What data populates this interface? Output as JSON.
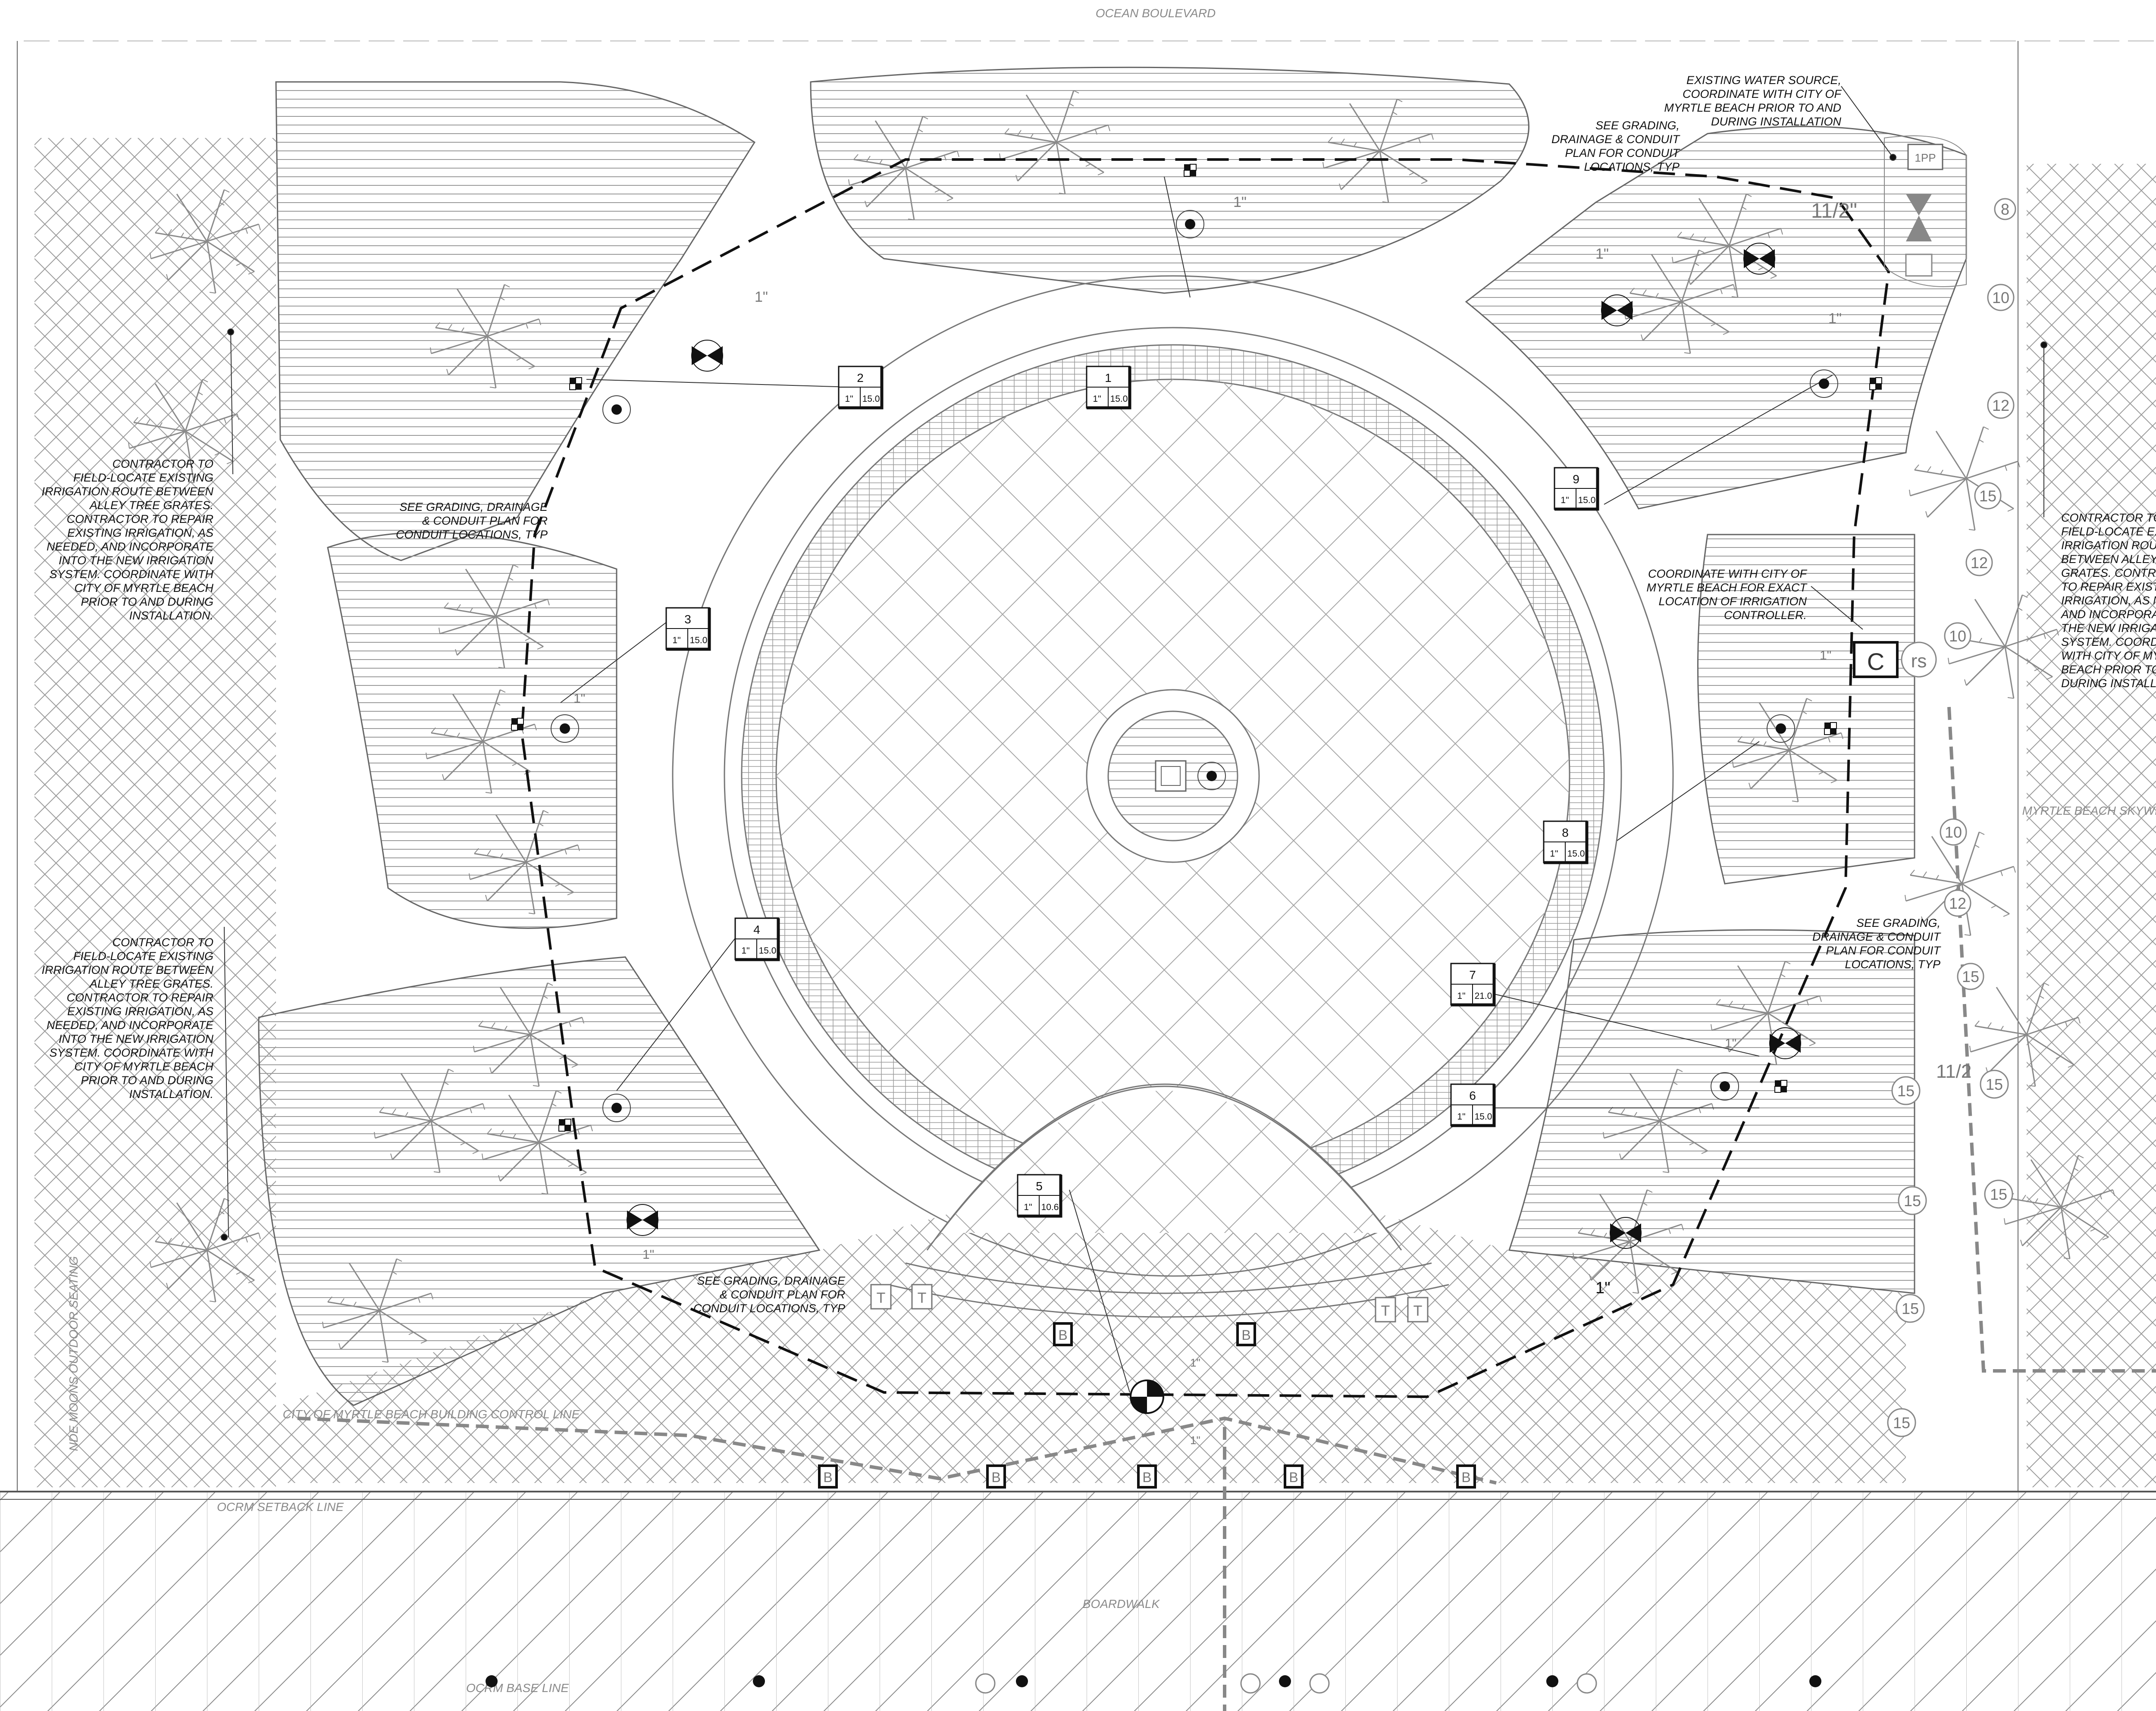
{
  "streets": {
    "ocean_boulevard": "OCEAN BOULEVARD",
    "boardwalk": "BOARDWALK",
    "building_control_line": "CITY OF MYRTLE BEACH BUILDING CONTROL LINE",
    "ocrm_setback_line": "OCRM SETBACK LINE",
    "ocrm_base_line": "OCRM BASE LINE",
    "skywheel": "MYRTLE BEACH SKYWHEEL",
    "outdoor_seating": "NDE MOONS OUTDOOR SEATING"
  },
  "notes": {
    "water_source": [
      "EXISTING WATER SOURCE,",
      "COORDINATE WITH CITY OF",
      "MYRTLE BEACH PRIOR TO AND",
      "DURING INSTALLATION"
    ],
    "grading_top_right": [
      "SEE GRADING,",
      "DRAINAGE & CONDUIT",
      "PLAN FOR CONDUIT",
      "LOCATIONS, TYP"
    ],
    "grading_left": [
      "SEE GRADING, DRAINAGE",
      "& CONDUIT PLAN FOR",
      "CONDUIT LOCATIONS, TYP"
    ],
    "grading_bottom": [
      "SEE GRADING, DRAINAGE",
      "& CONDUIT PLAN FOR",
      "CONDUIT LOCATIONS, TYP"
    ],
    "grading_right": [
      "SEE GRADING,",
      "DRAINAGE & CONDUIT",
      "PLAN FOR CONDUIT",
      "LOCATIONS, TYP"
    ],
    "controller": [
      "COORDINATE WITH CITY OF",
      "MYRTLE BEACH FOR EXACT",
      "LOCATION OF IRRIGATION",
      "CONTROLLER."
    ],
    "contractor_left_top": [
      "CONTRACTOR TO",
      "FIELD-LOCATE EXISTING",
      "IRRIGATION ROUTE BETWEEN",
      "ALLEY TREE GRATES.",
      "CONTRACTOR TO REPAIR",
      "EXISTING IRRIGATION, AS",
      "NEEDED, AND INCORPORATE",
      "INTO THE NEW IRRIGATION",
      "SYSTEM. COORDINATE WITH",
      "CITY OF MYRTLE BEACH",
      "PRIOR TO AND DURING",
      "INSTALLATION."
    ],
    "contractor_left_bottom": [
      "CONTRACTOR TO",
      "FIELD-LOCATE EXISTING",
      "IRRIGATION ROUTE BETWEEN",
      "ALLEY TREE GRATES.",
      "CONTRACTOR TO REPAIR",
      "EXISTING IRRIGATION, AS",
      "NEEDED, AND INCORPORATE",
      "INTO THE NEW IRRIGATION",
      "SYSTEM. COORDINATE WITH",
      "CITY OF MYRTLE BEACH",
      "PRIOR TO AND DURING",
      "INSTALLATION."
    ],
    "contractor_right": [
      "CONTRACTOR TO",
      "FIELD-LOCATE EXISTING",
      "IRRIGATION ROUTE",
      "BETWEEN ALLEY TREE",
      "GRATES. CONTRACTOR",
      "TO REPAIR EXISTING",
      "IRRIGATION, AS NEEDED,",
      "AND INCORPORATE INTO",
      "THE NEW IRRIGATION",
      "SYSTEM. COORDINATE",
      "WITH CITY OF MYRTLE",
      "BEACH PRIOR TO AND",
      "DURING INSTALLATION."
    ]
  },
  "callouts": [
    {
      "zone": "1",
      "size": "1\"",
      "flow": "15.0"
    },
    {
      "zone": "2",
      "size": "1\"",
      "flow": "15.0"
    },
    {
      "zone": "3",
      "size": "1\"",
      "flow": "15.0"
    },
    {
      "zone": "4",
      "size": "1\"",
      "flow": "15.0"
    },
    {
      "zone": "5",
      "size": "1\"",
      "flow": "10.6"
    },
    {
      "zone": "6",
      "size": "1\"",
      "flow": "15.0"
    },
    {
      "zone": "7",
      "size": "1\"",
      "flow": "21.0"
    },
    {
      "zone": "8",
      "size": "1\"",
      "flow": "15.0"
    },
    {
      "zone": "9",
      "size": "1\"",
      "flow": "15.0"
    }
  ],
  "pipe_sizes": {
    "one_inch": "1\"",
    "one_half": "1 1/2\"",
    "one_half_alt": "11/2",
    "one_half_top": "11/2\""
  },
  "symbols": {
    "controller": "C",
    "rain_sensor": "rs",
    "backflow": "1PP",
    "bench": "B",
    "trash": "T"
  },
  "right_zone_numbers": [
    "8",
    "10",
    "12",
    "15",
    "12",
    "10",
    "10",
    "12",
    "15",
    "15",
    "15",
    "15",
    "15",
    "15",
    "15"
  ],
  "colors": {
    "line": "#111111",
    "hatch": "#9a9a9a",
    "light": "#c4c4c4",
    "street": "#8a8a8a"
  }
}
